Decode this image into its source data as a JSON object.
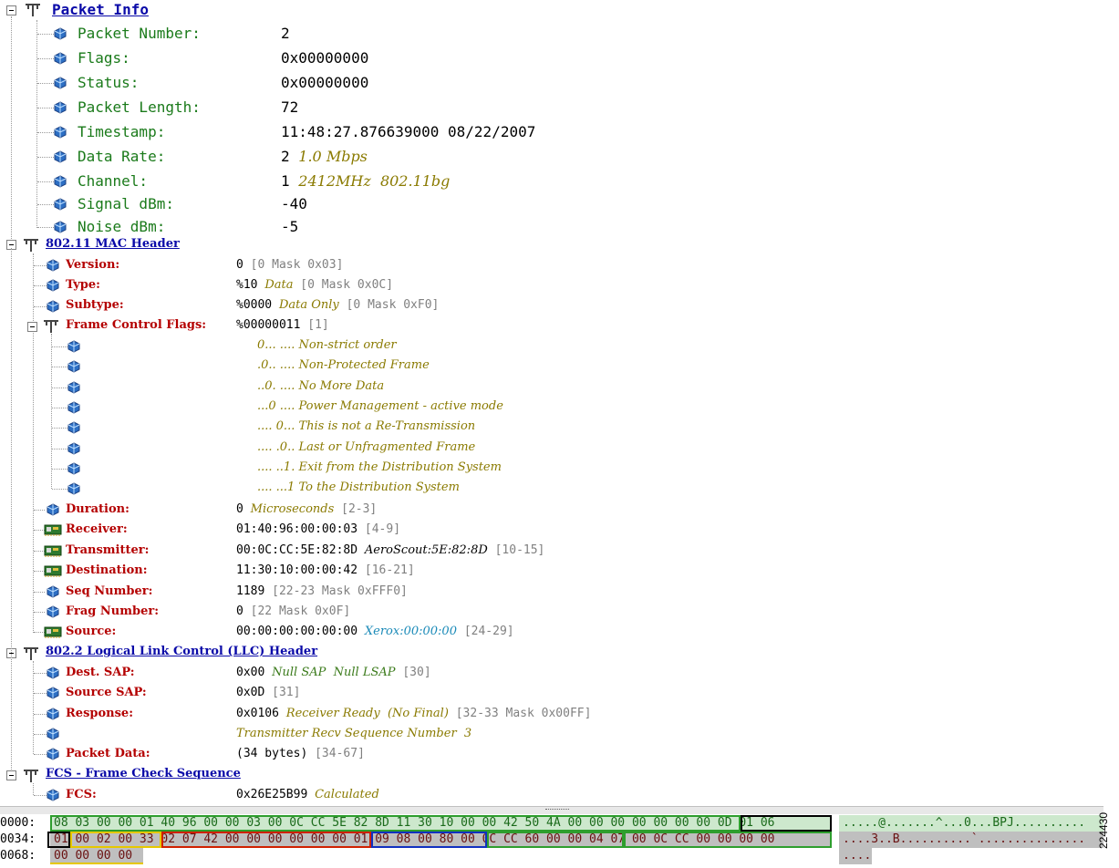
{
  "sections": {
    "packet_info": {
      "title": "Packet Info",
      "rows": [
        {
          "label": "Packet Number:",
          "value": "2"
        },
        {
          "label": "Flags:",
          "value": "0x00000000"
        },
        {
          "label": "Status:",
          "value": "0x00000000"
        },
        {
          "label": "Packet Length:",
          "value": "72"
        },
        {
          "label": "Timestamp:",
          "value": "11:48:27.876639000 08/22/2007"
        },
        {
          "label": "Data Rate:",
          "value": "2",
          "extra": "1.0 Mbps"
        },
        {
          "label": "Channel:",
          "value": "1",
          "extra": "2412MHz  802.11bg"
        },
        {
          "label": "Signal dBm:",
          "value": "-40"
        },
        {
          "label": "Noise dBm:",
          "value": "-5"
        }
      ]
    },
    "mac_header": {
      "title": "802.11 MAC Header",
      "version": {
        "label": "Version:",
        "value": "0",
        "range": "[0 Mask 0x03]"
      },
      "type": {
        "label": "Type:",
        "value": "%10",
        "desc": "Data",
        "range": "[0 Mask 0x0C]"
      },
      "subtype": {
        "label": "Subtype:",
        "value": "%0000",
        "desc": "Data Only",
        "range": "[0 Mask 0xF0]"
      },
      "fcf": {
        "label": "Frame Control Flags:",
        "value": "%00000011",
        "range": "[1]"
      },
      "flags": [
        "0... .... Non-strict order",
        ".0.. .... Non-Protected Frame",
        "..0. .... No More Data",
        "...0 .... Power Management - active mode",
        ".... 0... This is not a Re-Transmission",
        ".... .0.. Last or Unfragmented Frame",
        ".... ..1. Exit from the Distribution System",
        ".... ...1 To the Distribution System"
      ],
      "duration": {
        "label": "Duration:",
        "value": "0",
        "desc": "Microseconds",
        "range": "[2-3]"
      },
      "receiver": {
        "label": "Receiver:",
        "value": "01:40:96:00:00:03",
        "range": "[4-9]"
      },
      "transmitter": {
        "label": "Transmitter:",
        "value": "00:0C:CC:5E:82:8D",
        "desc": "AeroScout:5E:82:8D",
        "range": "[10-15]"
      },
      "destination": {
        "label": "Destination:",
        "value": "11:30:10:00:00:42",
        "range": "[16-21]"
      },
      "seq": {
        "label": "Seq Number:",
        "value": "1189",
        "range": "[22-23 Mask 0xFFF0]"
      },
      "frag": {
        "label": "Frag Number:",
        "value": "0",
        "range": "[22 Mask 0x0F]"
      },
      "source": {
        "label": "Source:",
        "value": "00:00:00:00:00:00",
        "desc": "Xerox:00:00:00",
        "range": "[24-29]"
      }
    },
    "llc": {
      "title": "802.2 Logical Link Control (LLC) Header",
      "dest_sap": {
        "label": "Dest. SAP:",
        "value": "0x00",
        "desc": "Null SAP  Null LSAP",
        "range": "[30]"
      },
      "source_sap": {
        "label": "Source SAP:",
        "value": "0x0D",
        "range": "[31]"
      },
      "response": {
        "label": "Response:",
        "value": "0x0106",
        "desc": "Receiver Ready  (No Final)",
        "range": "[32-33 Mask 0x00FF]"
      },
      "recv_seq": "Transmitter Recv Sequence Number  3",
      "packet_data": {
        "label": "Packet Data:",
        "value": "(34 bytes)",
        "range": "[34-67]"
      }
    },
    "fcs": {
      "title": "FCS - Frame Check Sequence",
      "row": {
        "label": "FCS:",
        "value": "0x26E25B99",
        "desc": "Calculated"
      }
    }
  },
  "hex": [
    {
      "offset": "0000:",
      "bytes": "08 03 00 00 01 40 96 00 00 03 00 0C CC 5E 82 8D 11 30 10 00 00 42 50 4A 00 00 00 00 00 00 00 0D 01 06",
      "ascii": ".....@.......^...0...BPJ.........."
    },
    {
      "offset": "0034:",
      "bytes": "01 00 02 00 33 02 07 42 00 00 00 00 00 00 01 09 08 00 80 00 0C CC 60 00 00 04 07 00 0C CC 00 00 00 00",
      "ascii": "....3..B..........`..............."
    },
    {
      "offset": "0068:",
      "bytes": "00 00 00 00",
      "ascii": "...."
    }
  ],
  "figure_id": "224430",
  "colors": {
    "heading": "#0a0aa8",
    "green_label": "#1a7a1a",
    "red_label": "#b40000",
    "italic_desc": "#8a7a00",
    "hex_bg": "#bfbfbf"
  }
}
